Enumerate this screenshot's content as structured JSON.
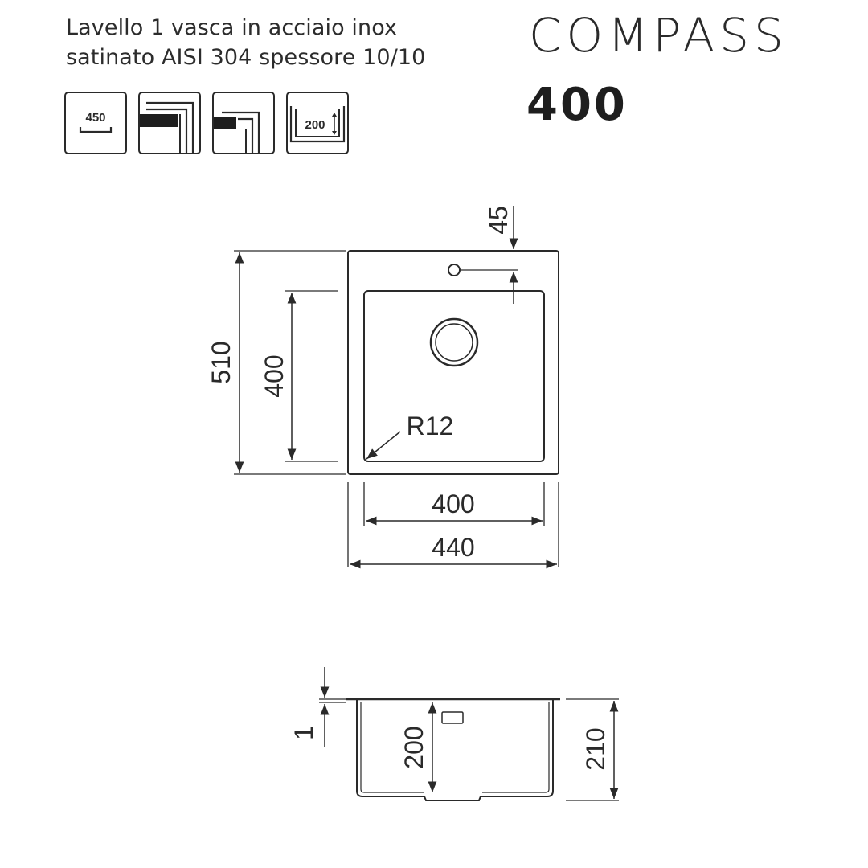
{
  "header": {
    "description_line1": "Lavello 1 vasca in acciaio inox",
    "description_line2": "satinato AISI 304 spessore 10/10",
    "brand": "COMPASS",
    "model": "400"
  },
  "icons": [
    {
      "name": "cabinet-450-icon",
      "label": "450"
    },
    {
      "name": "flush-mount-icon",
      "label": ""
    },
    {
      "name": "semi-flush-mount-icon",
      "label": ""
    },
    {
      "name": "bowl-depth-200-icon",
      "label": "200"
    }
  ],
  "top_view": {
    "dim_overall_height": "510",
    "dim_bowl_height": "400",
    "dim_tap_offset": "45",
    "dim_corner_radius": "R12",
    "dim_bowl_width": "400",
    "dim_overall_width": "440"
  },
  "section_view": {
    "dim_rim_thickness": "1",
    "dim_bowl_depth": "200",
    "dim_overall_depth": "210"
  },
  "colors": {
    "line": "#2a2a2a",
    "background": "#ffffff"
  }
}
